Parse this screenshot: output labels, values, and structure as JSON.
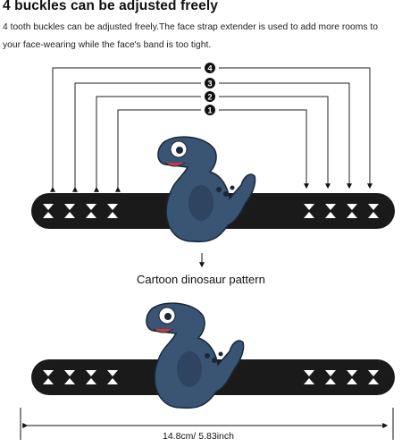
{
  "header": {
    "title": "4 buckles can be adjusted freely",
    "description": "4 tooth buckles can be adjusted freely.The face strap extender is used to add more rooms to your face-wearing while the face's band is too tight."
  },
  "buckle_markers": [
    "4",
    "3",
    "2",
    "1"
  ],
  "caption": "Cartoon dinosaur pattern",
  "dimension": "14.8cm/ 5.83inch",
  "colors": {
    "strap": "#1a1a1a",
    "dinosaur": "#3a5474",
    "line": "#111111",
    "marker_fill": "#111111"
  }
}
